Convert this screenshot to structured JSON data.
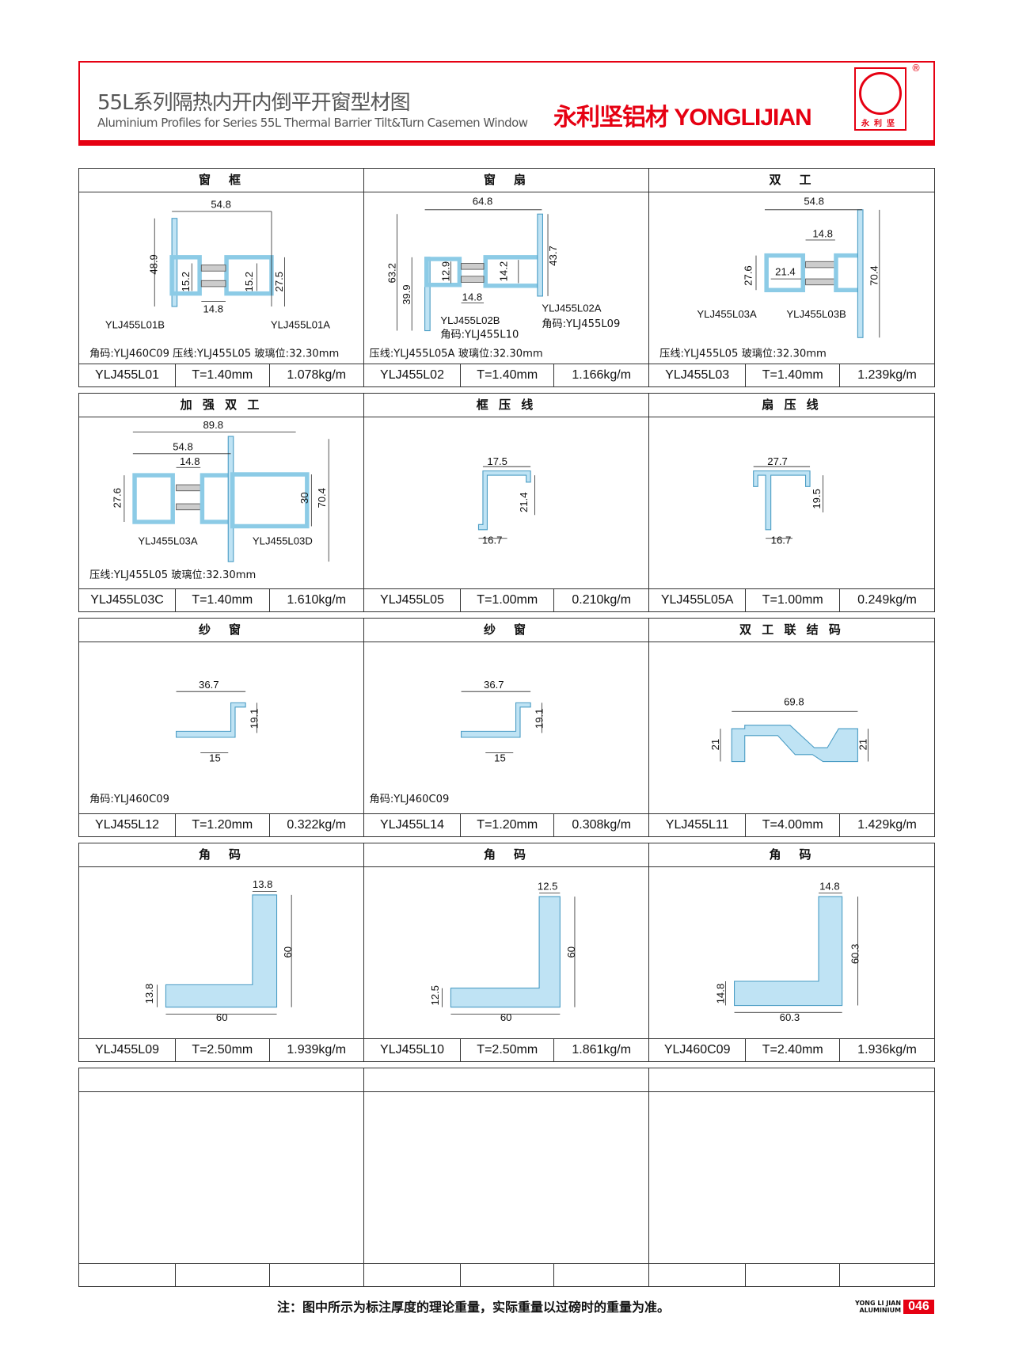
{
  "header": {
    "title_cn": "55L系列隔热内开内倒平开窗型材图",
    "title_en": "Aluminium Profiles for Series 55L Thermal Barrier Tilt&Turn Casemen Window",
    "brand": "永利坚铝材 YONGLIJIAN",
    "logo_text": "永利坚",
    "registered": "®"
  },
  "cells": [
    {
      "title": "窗　框",
      "dims": [
        "54.8",
        "48.9",
        "15.2",
        "15.2",
        "27.5",
        "14.8"
      ],
      "labels": [
        "YLJ455L01B",
        "YLJ455L01A"
      ],
      "note": "角码:YLJ460C09 压线:YLJ455L05 玻璃位:32.30mm",
      "code": "YLJ455L01",
      "thickness": "T=1.40mm",
      "weight": "1.078kg/m"
    },
    {
      "title": "窗　扇",
      "dims": [
        "64.8",
        "63.2",
        "39.9",
        "12.9",
        "14.2",
        "43.7",
        "14.8"
      ],
      "labels": [
        "YLJ455L02B",
        "角码:YLJ455L10",
        "YLJ455L02A",
        "角码:YLJ455L09"
      ],
      "note": "压线:YLJ455L05A  玻璃位:32.30mm",
      "code": "YLJ455L02",
      "thickness": "T=1.40mm",
      "weight": "1.166kg/m"
    },
    {
      "title": "双　工",
      "dims": [
        "54.8",
        "14.8",
        "27.6",
        "21.4",
        "70.4"
      ],
      "labels": [
        "YLJ455L03A",
        "YLJ455L03B"
      ],
      "note": "压线:YLJ455L05  玻璃位:32.30mm",
      "code": "YLJ455L03",
      "thickness": "T=1.40mm",
      "weight": "1.239kg/m"
    },
    {
      "title": "加 强 双 工",
      "dims": [
        "89.8",
        "54.8",
        "14.8",
        "27.6",
        "30",
        "70.4"
      ],
      "labels": [
        "YLJ455L03A",
        "YLJ455L03D"
      ],
      "note": "压线:YLJ455L05  玻璃位:32.30mm",
      "code": "YLJ455L03C",
      "thickness": "T=1.40mm",
      "weight": "1.610kg/m"
    },
    {
      "title": "框 压 线",
      "dims": [
        "17.5",
        "21.4",
        "16.7"
      ],
      "code": "YLJ455L05",
      "thickness": "T=1.00mm",
      "weight": "0.210kg/m"
    },
    {
      "title": "扇 压 线",
      "dims": [
        "27.7",
        "19.5",
        "16.7"
      ],
      "code": "YLJ455L05A",
      "thickness": "T=1.00mm",
      "weight": "0.249kg/m"
    },
    {
      "title": "纱　窗",
      "dims": [
        "36.7",
        "19.1",
        "15"
      ],
      "note": "角码:YLJ460C09",
      "code": "YLJ455L12",
      "thickness": "T=1.20mm",
      "weight": "0.322kg/m"
    },
    {
      "title": "纱　窗",
      "dims": [
        "36.7",
        "19.1",
        "15"
      ],
      "note": "角码:YLJ460C09",
      "code": "YLJ455L14",
      "thickness": "T=1.20mm",
      "weight": "0.308kg/m"
    },
    {
      "title": "双 工 联 结 码",
      "dims": [
        "69.8",
        "21",
        "21"
      ],
      "code": "YLJ455L11",
      "thickness": "T=4.00mm",
      "weight": "1.429kg/m"
    },
    {
      "title": "角　码",
      "dims": [
        "13.8",
        "60",
        "13.8",
        "60"
      ],
      "code": "YLJ455L09",
      "thickness": "T=2.50mm",
      "weight": "1.939kg/m"
    },
    {
      "title": "角　码",
      "dims": [
        "12.5",
        "60",
        "12.5",
        "60"
      ],
      "code": "YLJ455L10",
      "thickness": "T=2.50mm",
      "weight": "1.861kg/m"
    },
    {
      "title": "角　码",
      "dims": [
        "14.8",
        "60.3",
        "14.8",
        "60.3"
      ],
      "code": "YLJ460C09",
      "thickness": "T=2.40mm",
      "weight": "1.936kg/m"
    }
  ],
  "footer": {
    "note": "注：图中所示为标注厚度的理论重量，实际重量以过磅时的重量为准。",
    "brand_line1": "YONG LI JIAN",
    "brand_line2": "ALUMINIUM",
    "page": "046"
  },
  "colors": {
    "accent": "#e60012",
    "profile": "#bfe3f4"
  }
}
